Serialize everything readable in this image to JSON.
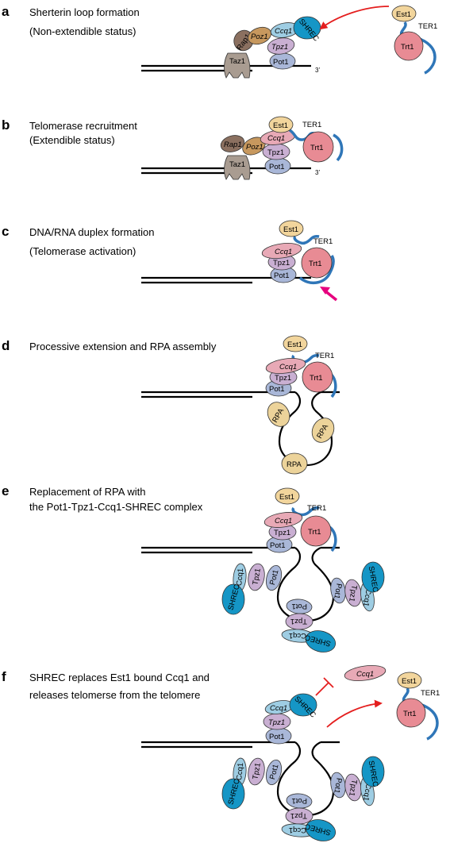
{
  "colors": {
    "rap1": "#8b7060",
    "taz1": "#a99c91",
    "poz1": "#c7985e",
    "tpz1": "#c9afd2",
    "ccq1": "#9ecde3",
    "shrec": "#1596c6",
    "pot1": "#a9b7d8",
    "est1": "#f2d59c",
    "trt1": "#e88b94",
    "ccq1_est1_bound": "#e8a9b6",
    "rpa": "#ecd39a",
    "ter1_rna": "#2f76b8",
    "dna": "#000000",
    "arrow_red": "#e41e1e",
    "arrow_magenta": "#e6007e"
  },
  "panels": {
    "a": {
      "letter": "a",
      "caption_line1": "Sherterin loop formation",
      "caption_line2": "(Non-extendible status)"
    },
    "b": {
      "letter": "b",
      "caption_line1": "Telomerase recruitment",
      "caption_line2": "(Extendible status)"
    },
    "c": {
      "letter": "c",
      "caption_line1": "DNA/RNA duplex formation",
      "caption_line2": "(Telomerase activation)"
    },
    "d": {
      "letter": "d",
      "caption_line1": "Processive extension and RPA assembly"
    },
    "e": {
      "letter": "e",
      "caption_line1": "Replacement of RPA with",
      "caption_line2": "the Pot1-Tpz1-Ccq1-SHREC complex"
    },
    "f": {
      "letter": "f",
      "caption_line1": "SHREC replaces Est1 bound Ccq1 and",
      "caption_line2": "releases telomerse from the telomere"
    }
  },
  "labels": {
    "rap1": "Rap1",
    "taz1": "Taz1",
    "poz1": "Poz1",
    "tpz1": "Tpz1",
    "ccq1": "Ccq1",
    "shrec": "SHREC",
    "pot1": "Pot1",
    "est1": "Est1",
    "trt1": "Trt1",
    "ter1": "TER1",
    "rpa": "RPA",
    "three_prime": "3’"
  }
}
